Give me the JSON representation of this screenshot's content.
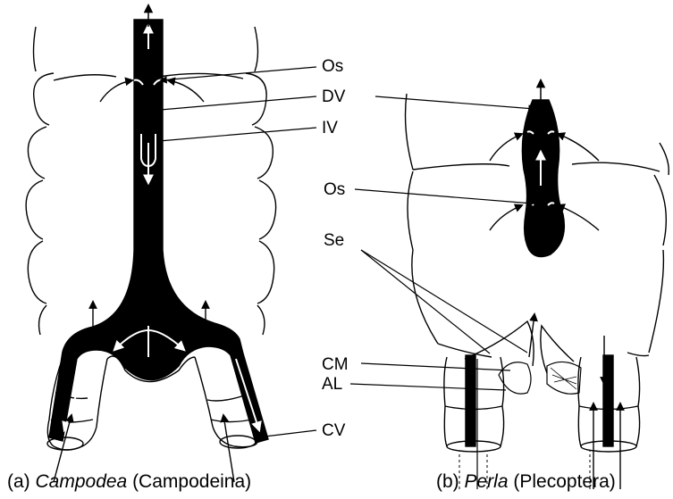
{
  "labels": {
    "os_a": "Os",
    "dv": "DV",
    "iv": "IV",
    "os_b": "Os",
    "se": "Se",
    "cm": "CM",
    "al": "AL",
    "cv": "CV"
  },
  "captions": {
    "a_prefix": "(a) ",
    "a_genus": "Campodea",
    "a_group": " (Campodeina)",
    "b_prefix": "(b) ",
    "b_genus": "Perla",
    "b_group": " (Plecoptera)"
  },
  "colors": {
    "ink": "#000000",
    "paper": "#ffffff"
  }
}
